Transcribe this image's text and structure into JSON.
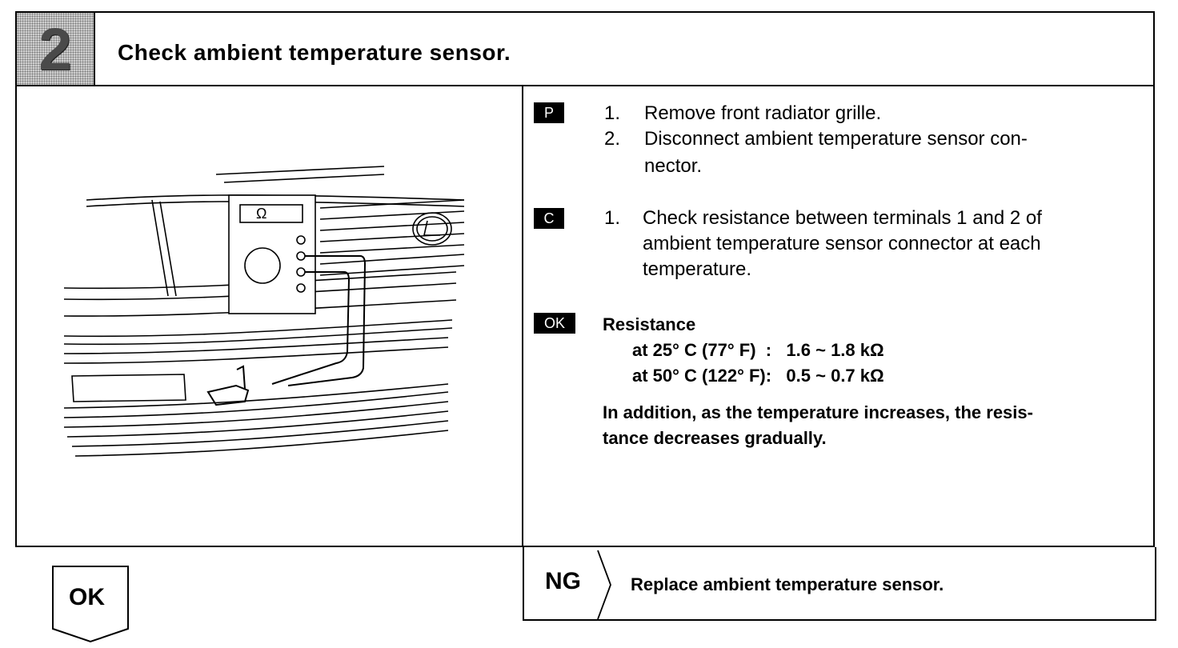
{
  "header": {
    "step_number": "2",
    "title": "Check ambient temperature sensor."
  },
  "illustration": {
    "meter_symbol": "Ω",
    "icon": "multimeter-on-bumper-illustration"
  },
  "prep": {
    "badge": "P",
    "steps": [
      {
        "num": "1.",
        "lines": [
          "Remove front radiator grille."
        ]
      },
      {
        "num": "2.",
        "lines": [
          "Disconnect  ambient  temperature  sensor  con-",
          "nector."
        ]
      }
    ]
  },
  "check": {
    "badge": "C",
    "steps": [
      {
        "num": "1.",
        "lines": [
          "Check resistance between terminals 1 and 2 of",
          "ambient temperature sensor connector at each",
          "temperature."
        ]
      }
    ]
  },
  "ok_spec": {
    "badge": "OK",
    "heading": "Resistance",
    "rows": [
      "at 25° C (77° F)  :   1.6 ~ 1.8 kΩ",
      "at 50° C (122° F):   0.5 ~ 0.7 kΩ"
    ],
    "note_lines": [
      "In addition, as the temperature increases, the resis-",
      "tance decreases gradually."
    ]
  },
  "result": {
    "ng_label": "NG",
    "ng_action": "Replace ambient temperature sensor.",
    "ok_label": "OK"
  }
}
